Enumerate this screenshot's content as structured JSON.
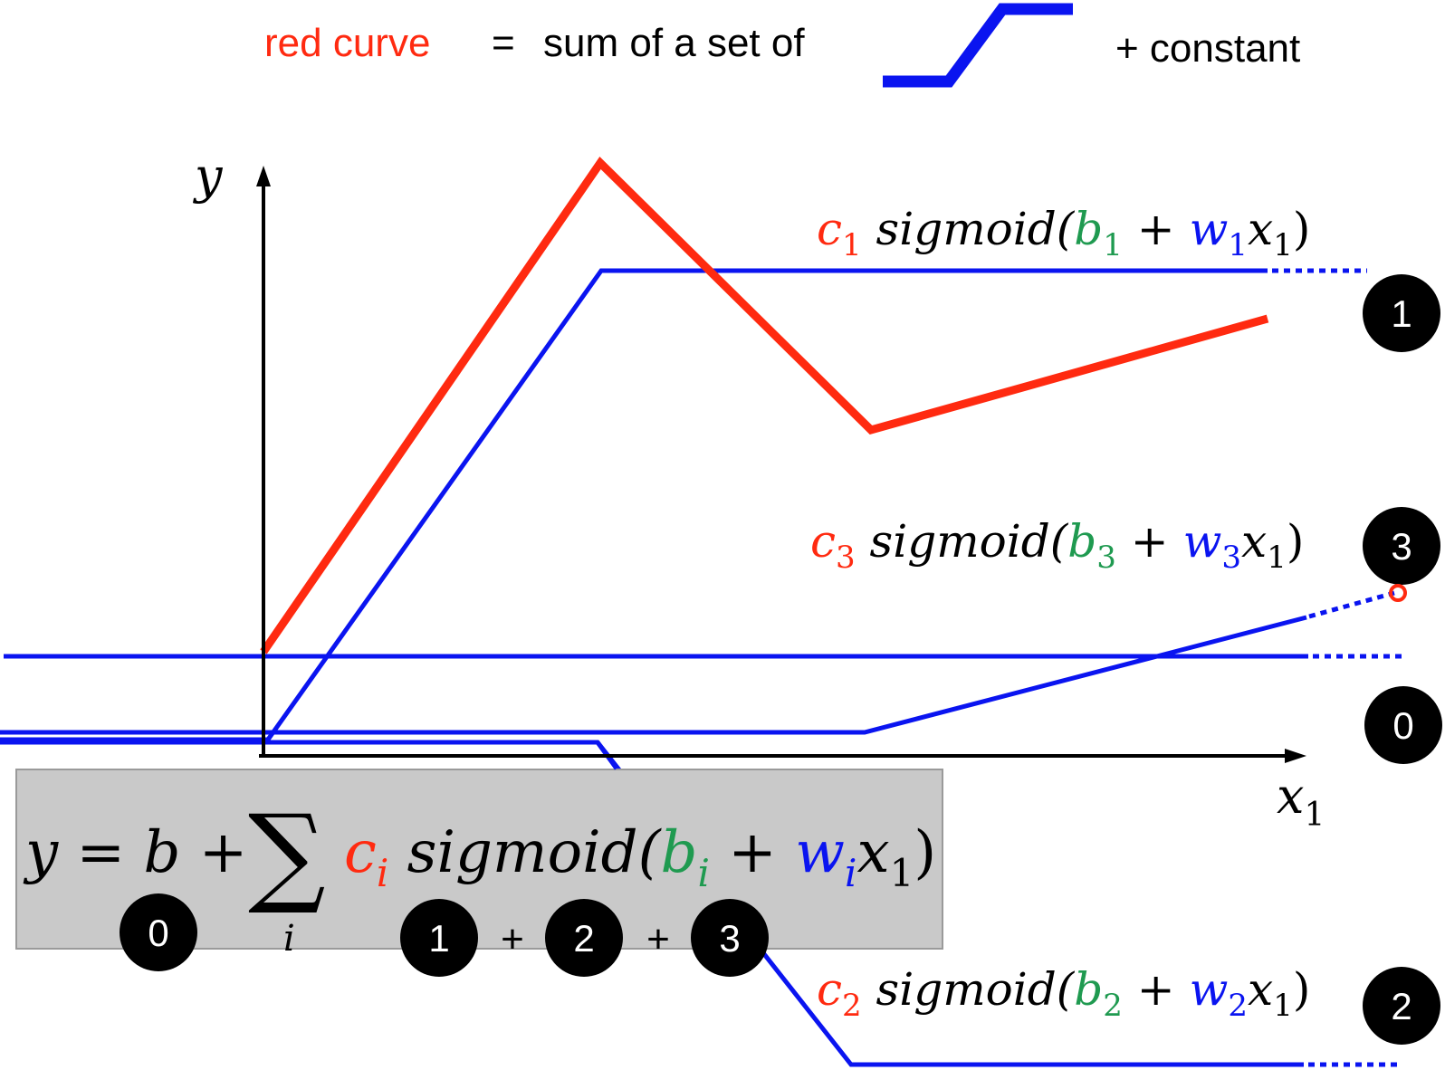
{
  "header": {
    "red_curve": "red curve",
    "equals": "=",
    "sum_text": "sum of a set of",
    "plus_constant": "+ constant"
  },
  "axes": {
    "y_label": "y",
    "x_label": "x",
    "x_sub": "1"
  },
  "labels": {
    "c1": {
      "c": "c",
      "ci": "1",
      "fn": " sigmoid(",
      "b": "b",
      "bi": "1",
      "plus": " + ",
      "w": "w",
      "wi": "1",
      "x": "x",
      "xi": "1",
      "close": ")"
    },
    "c3": {
      "c": "c",
      "ci": "3",
      "fn": " sigmoid(",
      "b": "b",
      "bi": "3",
      "plus": " + ",
      "w": "w",
      "wi": "3",
      "x": "x",
      "xi": "1",
      "close": ")"
    },
    "c2": {
      "c": "c",
      "ci": "2",
      "fn": " sigmoid(",
      "b": "b",
      "bi": "2",
      "plus": " + ",
      "w": "w",
      "wi": "2",
      "x": "x",
      "xi": "1",
      "close": ")"
    }
  },
  "badges": {
    "right_1": "1",
    "right_3": "3",
    "right_0": "0",
    "right_2": "2",
    "formula_0": "0",
    "formula_1": "1",
    "formula_2": "2",
    "formula_3": "3"
  },
  "formula": {
    "lhs": "y = b + ",
    "sigma": "∑",
    "index": "i",
    "c": "c",
    "ci": "i",
    "fn": " sigmoid(",
    "b": "b",
    "bi": "i",
    "plus": " + ",
    "w": "w",
    "wi": "i",
    "x": "x",
    "xi": "1",
    "close": ")",
    "op1": "+",
    "op2": "+"
  },
  "colors": {
    "red": "#ff2a10",
    "blue": "#0a14f0",
    "green": "#1f9a50",
    "black": "#000000",
    "formula_bg": "#c9c9c9"
  }
}
